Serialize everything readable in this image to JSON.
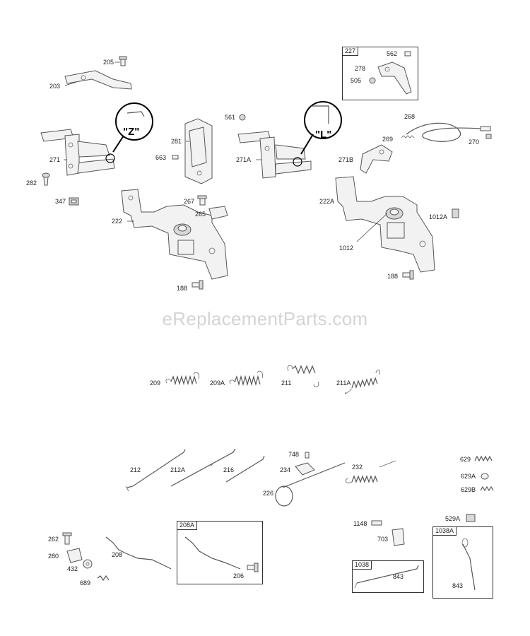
{
  "watermark": "eReplacementParts.com",
  "detail_marks": {
    "z": "\"Z\"",
    "l": "\"L\""
  },
  "boxes": {
    "b227": "227",
    "b208a": "208A",
    "b1038": "1038",
    "b1038a": "1038A"
  },
  "labels": {
    "l205": "205",
    "l203": "203",
    "l271": "271",
    "l282": "282",
    "l347": "347",
    "l281": "281",
    "l561": "561",
    "l663": "663",
    "l267": "267",
    "l265": "265",
    "l222": "222",
    "l188a": "188",
    "l271a": "271A",
    "l278": "278",
    "l562": "562",
    "l505": "505",
    "l268": "268",
    "l269": "269",
    "l270": "270",
    "l271b": "271B",
    "l222a": "222A",
    "l1012a": "1012A",
    "l1012": "1012",
    "l188b": "188",
    "l209": "209",
    "l209a": "209A",
    "l211": "211",
    "l211a": "211A",
    "l212": "212",
    "l212a": "212A",
    "l216": "216",
    "l748": "748",
    "l234": "234",
    "l232": "232",
    "l226": "226",
    "l629": "629",
    "l629a": "629A",
    "l629b": "629B",
    "l262": "262",
    "l280": "280",
    "l432": "432",
    "l689": "689",
    "l208": "208",
    "l206": "206",
    "l1148": "1148",
    "l703": "703",
    "l529a": "529A",
    "l843a": "843",
    "l843b": "843"
  }
}
